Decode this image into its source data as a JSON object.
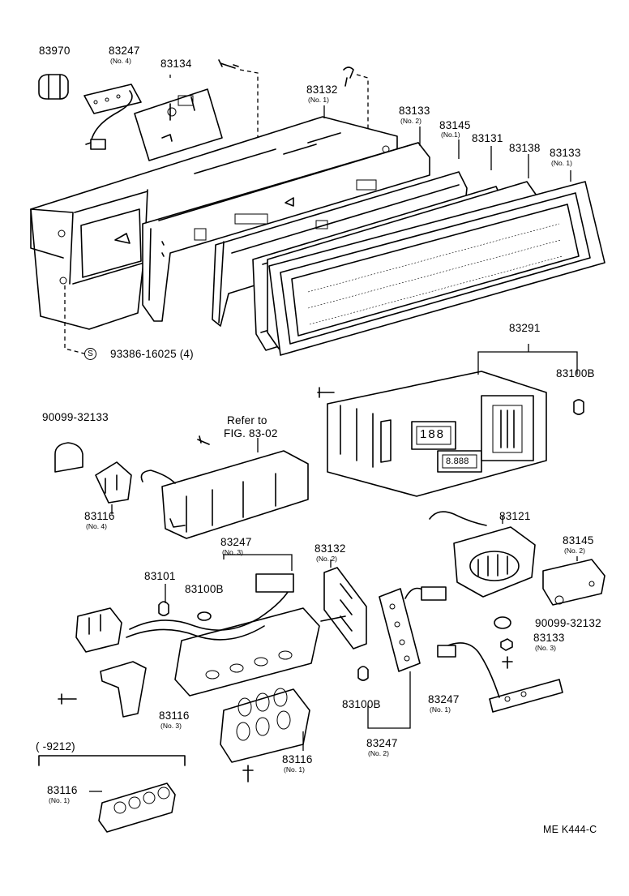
{
  "labels": {
    "p83970": "83970",
    "p83247_4": "83247",
    "p83247_4_sub": "(No. 4)",
    "p83134": "83134",
    "p83132_1": "83132",
    "p83132_1_sub": "(No. 1)",
    "p83133_2": "83133",
    "p83133_2_sub": "(No. 2)",
    "p83145_1": "83145",
    "p83145_1_sub": "(No.1)",
    "p83131": "83131",
    "p83138": "83138",
    "p83133_1": "83133",
    "p83133_1_sub": "(No. 1)",
    "screw_93386": "93386-16025 (4)",
    "s_symbol": "S",
    "p83291": "83291",
    "p83100B_a": "83100B",
    "p90099_32133": "90099-32133",
    "refer_to": "Refer to",
    "fig_ref": "FIG. 83-02",
    "p83116_4": "83116",
    "p83116_4_sub": "(No. 4)",
    "p83121": "83121",
    "p83247_3": "83247",
    "p83247_3_sub": "(No. 3)",
    "p83132_2": "83132",
    "p83132_2_sub": "(No. 2)",
    "p83145_2": "83145",
    "p83145_2_sub": "(No. 2)",
    "p83101": "83101",
    "p83100B_b": "83100B",
    "p90099_32132": "90099-32132",
    "p83133_3": "83133",
    "p83133_3_sub": "(No. 3)",
    "p83116_3": "83116",
    "p83116_3_sub": "(No. 3)",
    "p83100B_c": "83100B",
    "p83247_1": "83247",
    "p83247_1_sub": "(No. 1)",
    "p83247_2": "83247",
    "p83247_2_sub": "(No. 2)",
    "p83116_1a": "83116",
    "p83116_1a_sub": "(No. 1)",
    "date_range": "(      -9212)",
    "p83116_1b": "83116",
    "p83116_1b_sub": "(No. 1)",
    "lcd_left": "188",
    "lcd_small": "8.888",
    "figure_code": "ME K444-C"
  }
}
